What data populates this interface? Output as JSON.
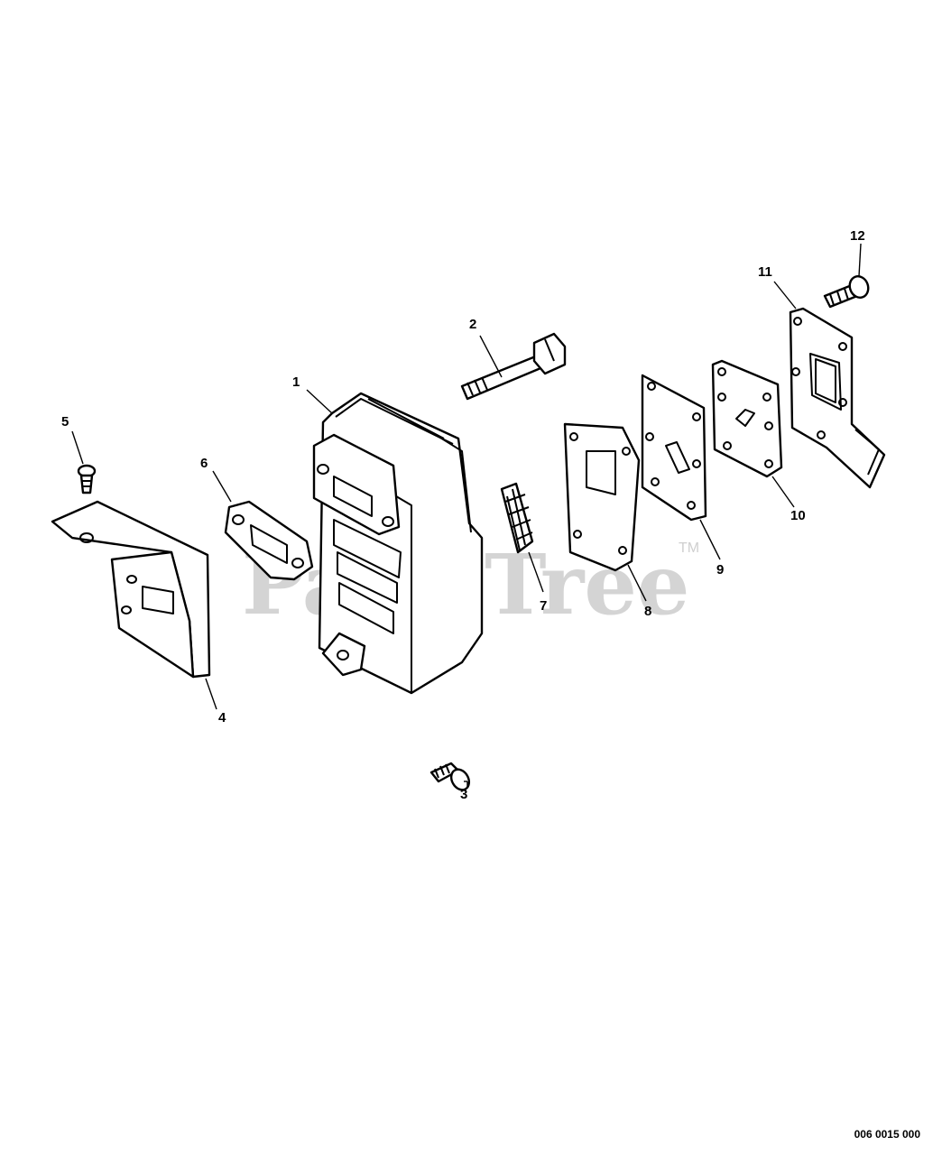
{
  "watermark": {
    "text": "PartsTree",
    "trademark": "TM"
  },
  "callouts": {
    "c1": "1",
    "c2": "2",
    "c3": "3",
    "c4": "4",
    "c5": "5",
    "c6": "6",
    "c7": "7",
    "c8": "8",
    "c9": "9",
    "c10": "10",
    "c11": "11",
    "c12": "12"
  },
  "document_number": "006 0015 000"
}
